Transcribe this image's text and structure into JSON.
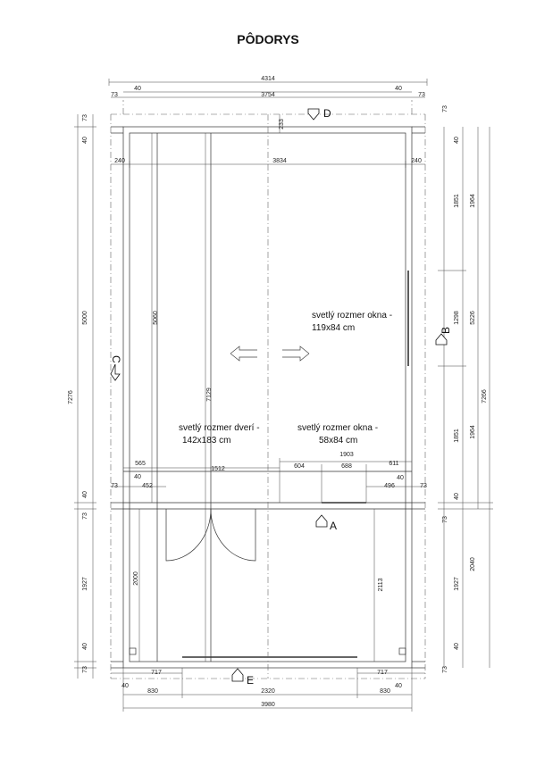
{
  "title": "PÔDORYS",
  "dims": {
    "top_total": "4314",
    "top_inner": "3754",
    "top_left_73": "73",
    "top_right_73": "73",
    "top_left_40": "40",
    "top_right_40": "40",
    "top_233": "233",
    "row_240_left": "240",
    "row_3834": "3834",
    "row_240_right": "240",
    "left_73_top": "73",
    "left_40_top": "40",
    "left_5000": "5000",
    "left_7276": "7276",
    "left_40_mid": "40",
    "left_73_mid": "73",
    "left_1927": "1927",
    "left_40_bot": "40",
    "left_73_bot": "73",
    "inner_5060": "5060",
    "inner_7129": "7129",
    "inner_2000": "2000",
    "inner_2113": "2113",
    "right_73_top": "73",
    "right_40_top": "40",
    "right_1851_top": "1851",
    "right_1964_top": "1964",
    "right_1298": "1298",
    "right_5226": "5226",
    "right_7266": "7266",
    "right_1851_bot": "1851",
    "right_1964_bot": "1964",
    "right_40_mid": "40",
    "right_73_mid": "73",
    "right_1927": "1927",
    "right_2040": "2040",
    "right_40_bot": "40",
    "right_73_bot": "73",
    "mid_565": "565",
    "mid_1512": "1512",
    "mid_1903": "1903",
    "mid_604": "604",
    "mid_688": "688",
    "mid_611": "611",
    "mid_73_left": "73",
    "mid_40_left": "40",
    "mid_452": "452",
    "mid_496": "496",
    "mid_40_right": "40",
    "mid_73_right": "73",
    "bot_717_left": "717",
    "bot_717_right": "717",
    "bot_40_left": "40",
    "bot_40_right": "40",
    "bot_830_left": "830",
    "bot_2320": "2320",
    "bot_830_right": "830",
    "bot_3980": "3980"
  },
  "notes": {
    "window_b_line1": "svetlý rozmer okna -",
    "window_b_line2": "119x84 cm",
    "door_line1": "svetlý rozmer dverí -",
    "door_line2": "142x183 cm",
    "window_a_line1": "svetlý rozmer okna -",
    "window_a_line2": "58x84 cm"
  },
  "sections": {
    "a": "A",
    "b": "B",
    "c": "C",
    "d": "D",
    "e": "E"
  }
}
